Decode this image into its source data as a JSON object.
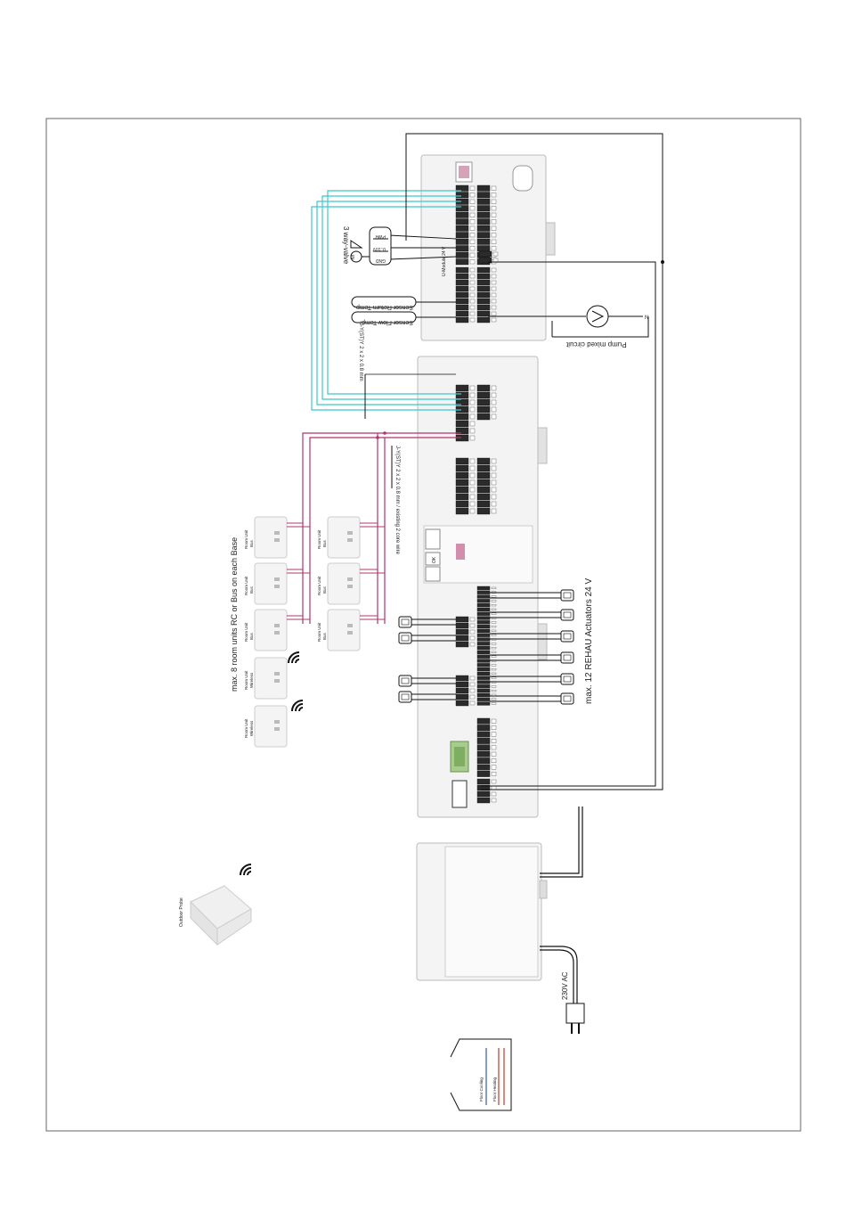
{
  "labels": {
    "three_way_valve": "3 way-valve",
    "valve_pins": [
      "GND",
      "0..10V",
      "PWR"
    ],
    "valve_symbol": "M",
    "sensor_return": "Sensor Return Temp.",
    "sensor_flow": "Sensor Flow Temp.",
    "pump": "Pump mixed circuit",
    "pump_n": "N",
    "cable_module": "J-Y(ST)Y 2 x 2 x 0.8 mm",
    "cable_bus": "J-Y(ST)Y 2 x 2 x 0.8 mm / existing 2 core wire",
    "room_units_note": "max. 8 room units RC or Bus on each Base",
    "actuators_note": "max. 12 REHAU Actuators 24 V",
    "power": "230V AC",
    "outdoor_probe": "Outdoor Probe",
    "floor_cooling": "Floor Cooling",
    "floor_heating": "Floor Heating",
    "u_module": "U-Module 24 V",
    "ok": "OK"
  },
  "room_units": {
    "top_row": [
      {
        "line1": "Room Unit",
        "line2": "Bus"
      },
      {
        "line1": "Room Unit",
        "line2": "Bus"
      },
      {
        "line1": "Room Unit",
        "line2": "Bus"
      },
      {
        "line1": "Room Unit",
        "line2": "Wireless"
      },
      {
        "line1": "Room Unit",
        "line2": "Wireless"
      }
    ],
    "bottom_row": [
      {
        "line1": "Room Unit",
        "line2": "Bus"
      },
      {
        "line1": "Room Unit",
        "line2": "Bus"
      },
      {
        "line1": "Room Unit",
        "line2": "Bus"
      }
    ]
  },
  "colors": {
    "bus_wire": "#b0356b",
    "sensor_wire": "#3cc8cc",
    "line": "#111111",
    "cooling": "#2a5db0",
    "heating": "#c0392b",
    "housing": "#f2f2f2"
  }
}
